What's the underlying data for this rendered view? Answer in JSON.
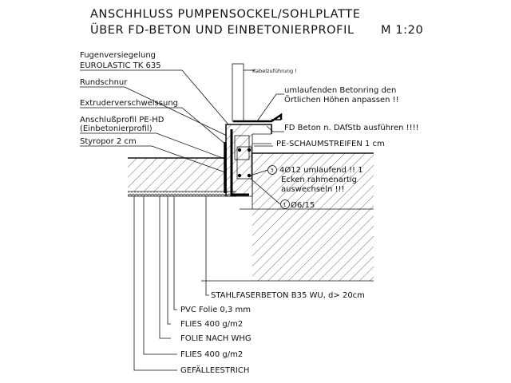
{
  "title": {
    "line1": "ANSCHHLUSS PUMPENSOCKEL/SOHLPLATTE",
    "line2": "ÜBER FD-BETON UND EINBETONIERPROFIL",
    "scale": "M 1:20"
  },
  "left_labels": {
    "fugenversiegelung": "Fugenversiegelung",
    "eurolastic": "EUROLASTIC TK 635",
    "rundschnur": "Rundschnur",
    "extruder": "Extruderverschweissung",
    "anschluss1": "Anschlußprofil PE-HD",
    "anschluss2": "(Einbetonierprofil)",
    "styropor": "Styropor 2 cm"
  },
  "right_labels": {
    "kabel": "Kabelzuführung !",
    "betonring1": "umlaufenden Betonring den",
    "betonring2": "Örtlichen Höhen anpassen !!",
    "fd_beton": "FD Beton n. DAfStb ausführen !!!!",
    "pe_schaum": "PE-SCHAUMSTREIFEN 1 cm",
    "bew_num": "3",
    "bew1": "4Ø12 umlaufend !! 1",
    "bew2": "Ecken rahmenartig",
    "bew3": "auswechseln !!!",
    "buegel_num": "1",
    "buegel": "Ø6/15"
  },
  "layers": {
    "l1": "STAHLFASERBETON B35 WU, d> 20cm",
    "l2": "PVC Folie 0,3 mm",
    "l3": "FLIES 400 g/m2",
    "l4": "FOLIE NACH WHG",
    "l5": "FLIES 400 g/m2",
    "l6": "GEFÄLLEESTRICH"
  }
}
